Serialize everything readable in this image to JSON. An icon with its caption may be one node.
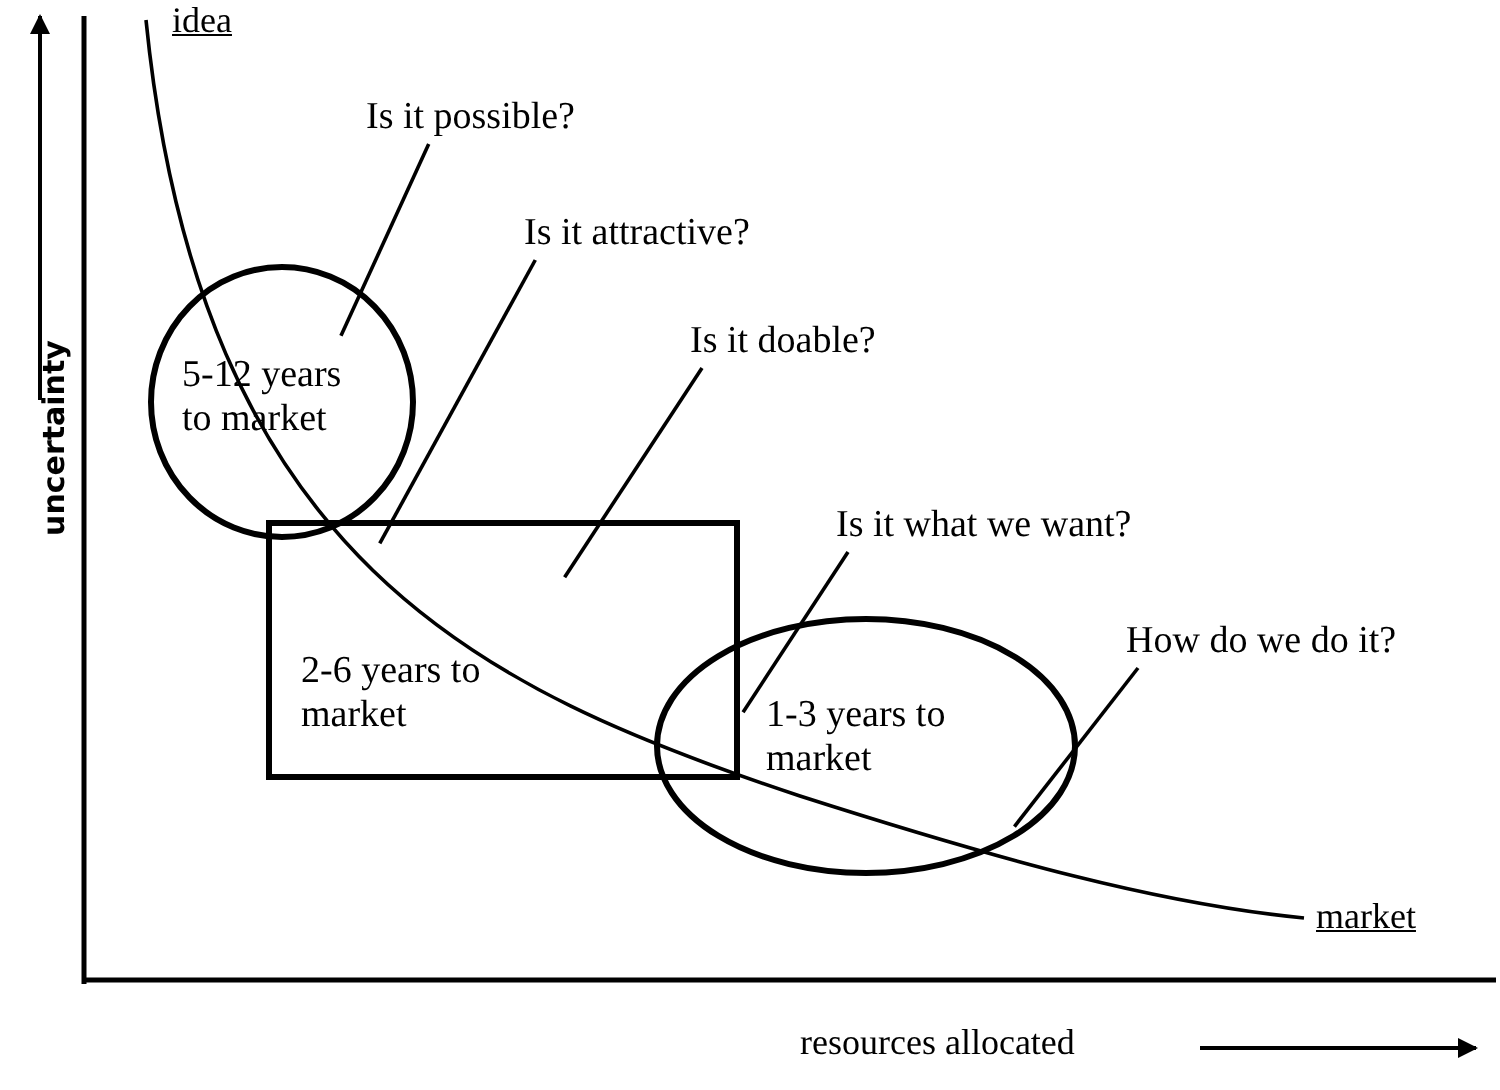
{
  "diagram": {
    "nodes": [
      {
        "text": [
          "5-12 years to market"
        ]
      },
      {
        "text": [
          "2-6 years to market"
        ]
      },
      {
        "text": [
          "1-3 years to market"
        ]
      },
      {
        "text": [
          "Is it possible?"
        ]
      },
      {
        "text": [
          "Is it attractive?"
        ]
      },
      {
        "text": [
          "Is it doable?"
        ]
      },
      {
        "text": [
          "Is it what we want?"
        ]
      },
      {
        "text": [
          "How do we do it?"
        ]
      }
    ],
    "edges": [
      {
        "from": 3,
        "to": 0,
        "arrow": "none"
      },
      {
        "from": 4,
        "to": 1,
        "arrow": "none"
      },
      {
        "from": 5,
        "to": 1,
        "arrow": "none"
      },
      {
        "from": 6,
        "to": 2,
        "arrow": "none"
      },
      {
        "from": 7,
        "to": 2,
        "arrow": "none"
      }
    ],
    "labels": [
      "idea",
      "uncertainty",
      "market",
      "resources allocated"
    ]
  }
}
